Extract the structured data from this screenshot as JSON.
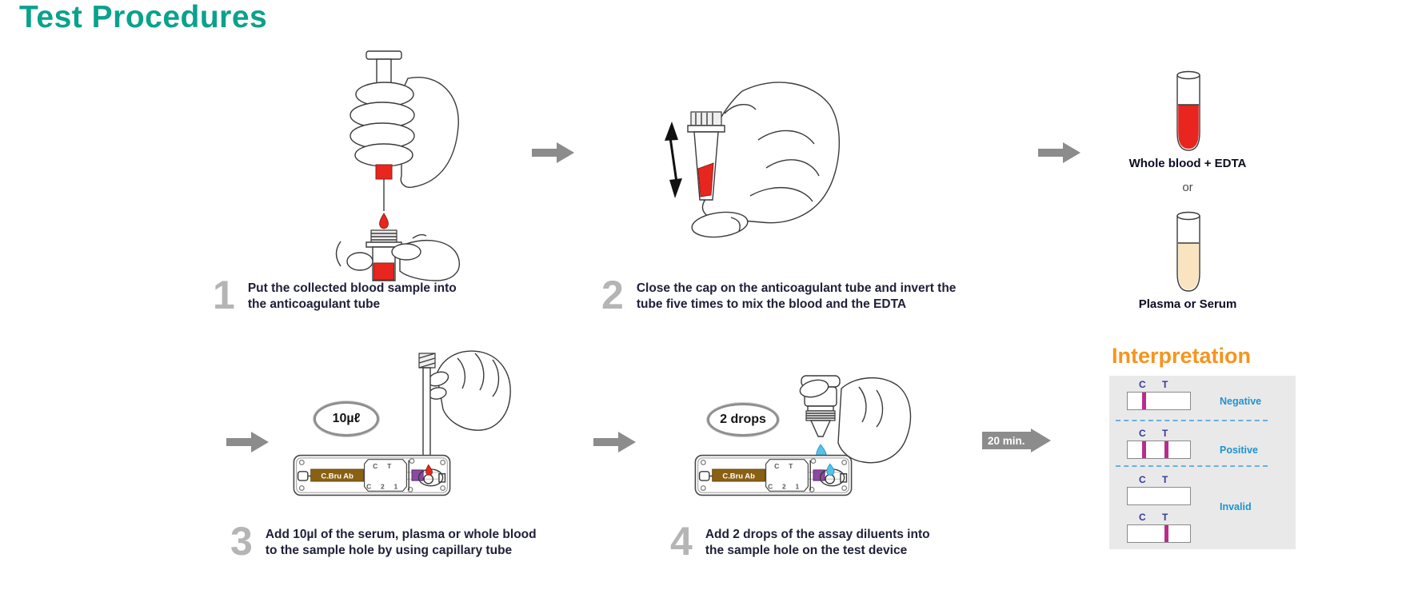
{
  "title": "Test Procedures",
  "steps": [
    {
      "number": "1",
      "text": "Put the collected blood sample into the anticoagulant tube"
    },
    {
      "number": "2",
      "text": "Close the cap on the anticoagulant tube and invert the tube five times to mix the blood and the EDTA"
    },
    {
      "number": "3",
      "text": "Add 10µl of the serum, plasma or whole blood to the sample hole by using capillary tube"
    },
    {
      "number": "4",
      "text": "Add 2 drops of the assay diluents into the sample hole on the test device"
    }
  ],
  "badges": {
    "volume": "10µℓ",
    "drops": "2 drops"
  },
  "specimen": {
    "whole_blood_label": "Whole blood + EDTA",
    "or_label": "or",
    "plasma_label": "Plasma or Serum"
  },
  "timer": {
    "label": "20 min."
  },
  "cassette": {
    "brand_label": "C.Bru Ab",
    "window_top": "C T",
    "window_bottom": "C 2 1"
  },
  "interpretation": {
    "heading": "Interpretation",
    "letter_c": "C",
    "letter_t": "T",
    "results": [
      {
        "label": "Negative",
        "lines": {
          "c": true,
          "t": false
        }
      },
      {
        "label": "Positive",
        "lines": {
          "c": true,
          "t": true
        }
      },
      {
        "label": "Invalid",
        "strips": [
          {
            "c": false,
            "t": false
          },
          {
            "c": false,
            "t": true
          }
        ]
      }
    ]
  },
  "colors": {
    "title_teal": "#0aa28c",
    "heading_orange": "#f7941d",
    "result_blue": "#1e93d0",
    "line_magenta": "#ba2c8b",
    "letters_navy": "#333a96",
    "dashed_blue": "#6ab0de",
    "panel_gray": "#e9e9e9",
    "arrow_gray": "#8c8c8c",
    "step_num_gray": "#b5b5b5",
    "blood_red": "#e8251f",
    "plasma_beige": "#fae4c0",
    "cassette_brown": "#8a6012",
    "well_purple": "#8b4aa0",
    "drop_blue": "#56c2e8"
  }
}
